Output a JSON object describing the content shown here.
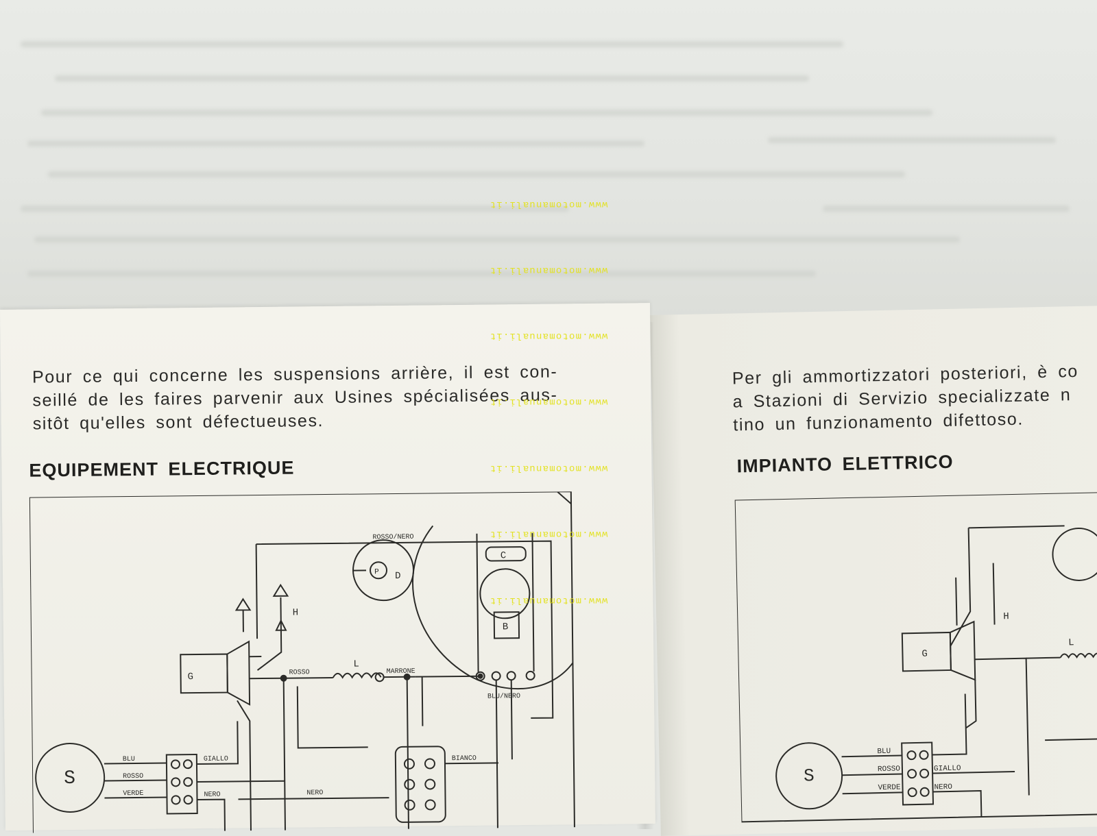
{
  "left_page": {
    "paragraph_lines": [
      "Pour ce qui concerne les suspensions arrière, il est con-",
      "seillé de les faires parvenir aux Usines spécialisées aus-",
      "sitôt qu'elles sont défectueuses."
    ],
    "heading": "EQUIPEMENT ELECTRIQUE"
  },
  "right_page": {
    "paragraph_lines": [
      "Per gli ammortizzatori posteriori, è co",
      "a Stazioni di Servizio specializzate n",
      "tino un funzionamento difettoso."
    ],
    "heading": "IMPIANTO ELETTRICO"
  },
  "watermark": {
    "text": "www.motomanuali.it",
    "color": "#e3e21a"
  },
  "diagram_left": {
    "component_letters": [
      "G",
      "H",
      "L",
      "C",
      "B",
      "D",
      "P",
      "S"
    ],
    "wire_labels": [
      "BLU",
      "ROSSO",
      "VERDE",
      "GIALLO",
      "NERO",
      "MARRONE",
      "BIANCO",
      "ROSSO/NERO",
      "BLU/NERO"
    ]
  },
  "diagram_right": {
    "component_letters": [
      "G",
      "H",
      "L",
      "S"
    ],
    "wire_labels": [
      "BLU",
      "ROSSO",
      "VERDE",
      "GIALLO",
      "NERO"
    ]
  }
}
